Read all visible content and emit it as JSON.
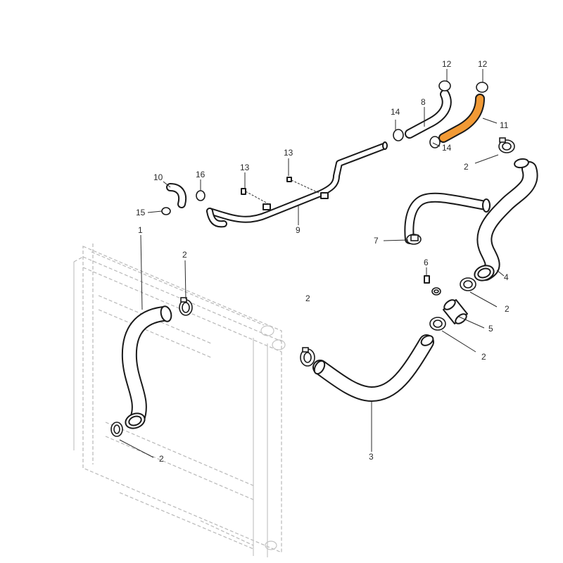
{
  "diagram": {
    "highlight_color": "#f29a35",
    "callouts": {
      "c1": "1",
      "c2_top_right": "2",
      "c2_radiator_left": "2",
      "c2_center": "2",
      "c2_bottom_left": "2",
      "c2_right_upper": "2",
      "c2_right_lower": "2",
      "c3": "3",
      "c4": "4",
      "c5": "5",
      "c6": "6",
      "c7": "7",
      "c8": "8",
      "c9": "9",
      "c10": "10",
      "c11": "11",
      "c12_left": "12",
      "c12_right": "12",
      "c13_left": "13",
      "c13_right": "13",
      "c14_left": "14",
      "c14_right": "14",
      "c15": "15",
      "c16": "16"
    }
  }
}
